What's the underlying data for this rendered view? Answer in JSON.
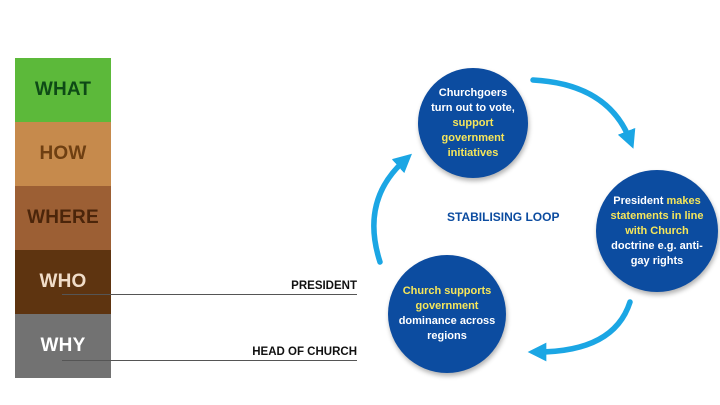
{
  "stack": {
    "what": "WHAT",
    "how": "HOW",
    "where": "WHERE",
    "who": "WHO",
    "why": "WHY"
  },
  "roles": {
    "president": "PRESIDENT",
    "head_of_church": "HEAD OF CHURCH"
  },
  "loop": {
    "label": "STABILISING LOOP",
    "node_top": {
      "line1": "Churchgoers",
      "line2": "turn out to vote,",
      "line3": "support",
      "line4": "government",
      "line5": "initiatives"
    },
    "node_right": {
      "part1": "President ",
      "part2": "makes statements in line with Church",
      "part3": " doctrine e.g. anti-gay rights"
    },
    "node_bottom": {
      "part1": "Church supports government",
      "part2": " dominance across regions"
    }
  },
  "colors": {
    "node_fill": "#0c4ca0",
    "highlight_text": "#f6e65a",
    "arrow": "#1ba6e4"
  }
}
